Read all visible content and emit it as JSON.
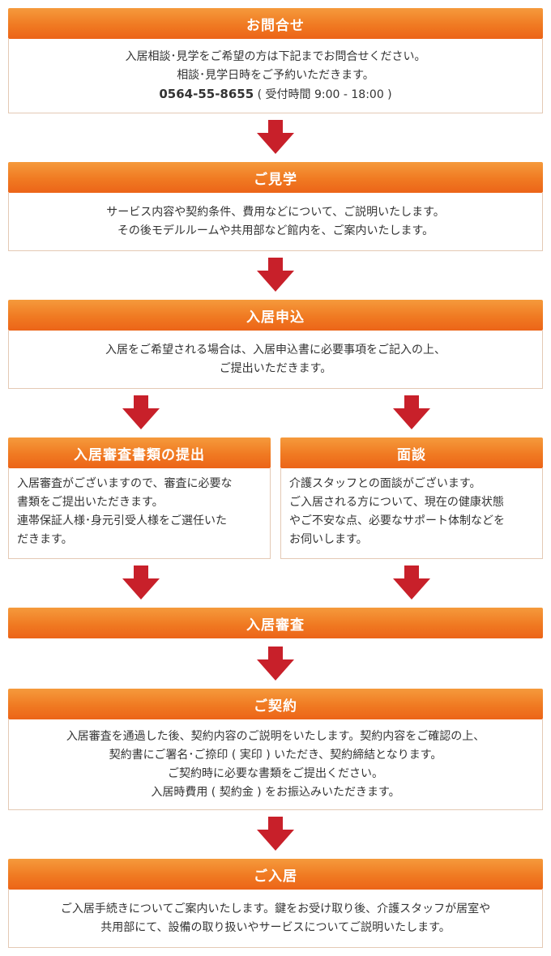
{
  "steps": [
    {
      "title": "お問合せ",
      "lines": [
        "入居相談･見学をご希望の方は下記までお問合せください。",
        "相談･見学日時をご予約いただきます。"
      ],
      "phone": "0564-55-8655",
      "hours": " ( 受付時間 9:00 - 18:00 )"
    },
    {
      "title": "ご見学",
      "lines": [
        "サービス内容や契約条件、費用などについて、ご説明いたします。",
        "その後モデルルームや共用部など館内を、ご案内いたします。"
      ]
    },
    {
      "title": "入居申込",
      "lines": [
        "入居をご希望される場合は、入居申込書に必要事項をご記入の上、",
        "ご提出いただきます。"
      ]
    },
    {
      "title": "入居審査書類の提出",
      "lines": [
        "入居審査がございますので、審査に必要な",
        "書類をご提出いただきます。",
        "連帯保証人様･身元引受人様をご選任いた",
        "だきます。"
      ]
    },
    {
      "title": "面談",
      "lines": [
        "介護スタッフとの面談がございます。",
        "ご入居される方について、現在の健康状態",
        "やご不安な点、必要なサポート体制などを",
        "お伺いします。"
      ]
    },
    {
      "title": "入居審査"
    },
    {
      "title": "ご契約",
      "lines": [
        "入居審査を通過した後、契約内容のご説明をいたします。契約内容をご確認の上、",
        "契約書にご署名･ご捺印 ( 実印 ) いただき、契約締結となります。",
        "ご契約時に必要な書類をご提出ください。",
        "入居時費用 ( 契約金 ) をお振込みいただきます。"
      ]
    },
    {
      "title": "ご入居",
      "lines": [
        "ご入居手続きについてご案内いたします。鍵をお受け取り後、介護スタッフが居室や",
        "共用部にて、設備の取り扱いやサービスについてご説明いたします。"
      ]
    }
  ],
  "colors": {
    "header_top": "#f59a3c",
    "header_bottom": "#ec6418",
    "arrow": "#c8202a",
    "border": "#e4c9b4"
  },
  "icons": {
    "arrow": "down-arrow-icon"
  }
}
